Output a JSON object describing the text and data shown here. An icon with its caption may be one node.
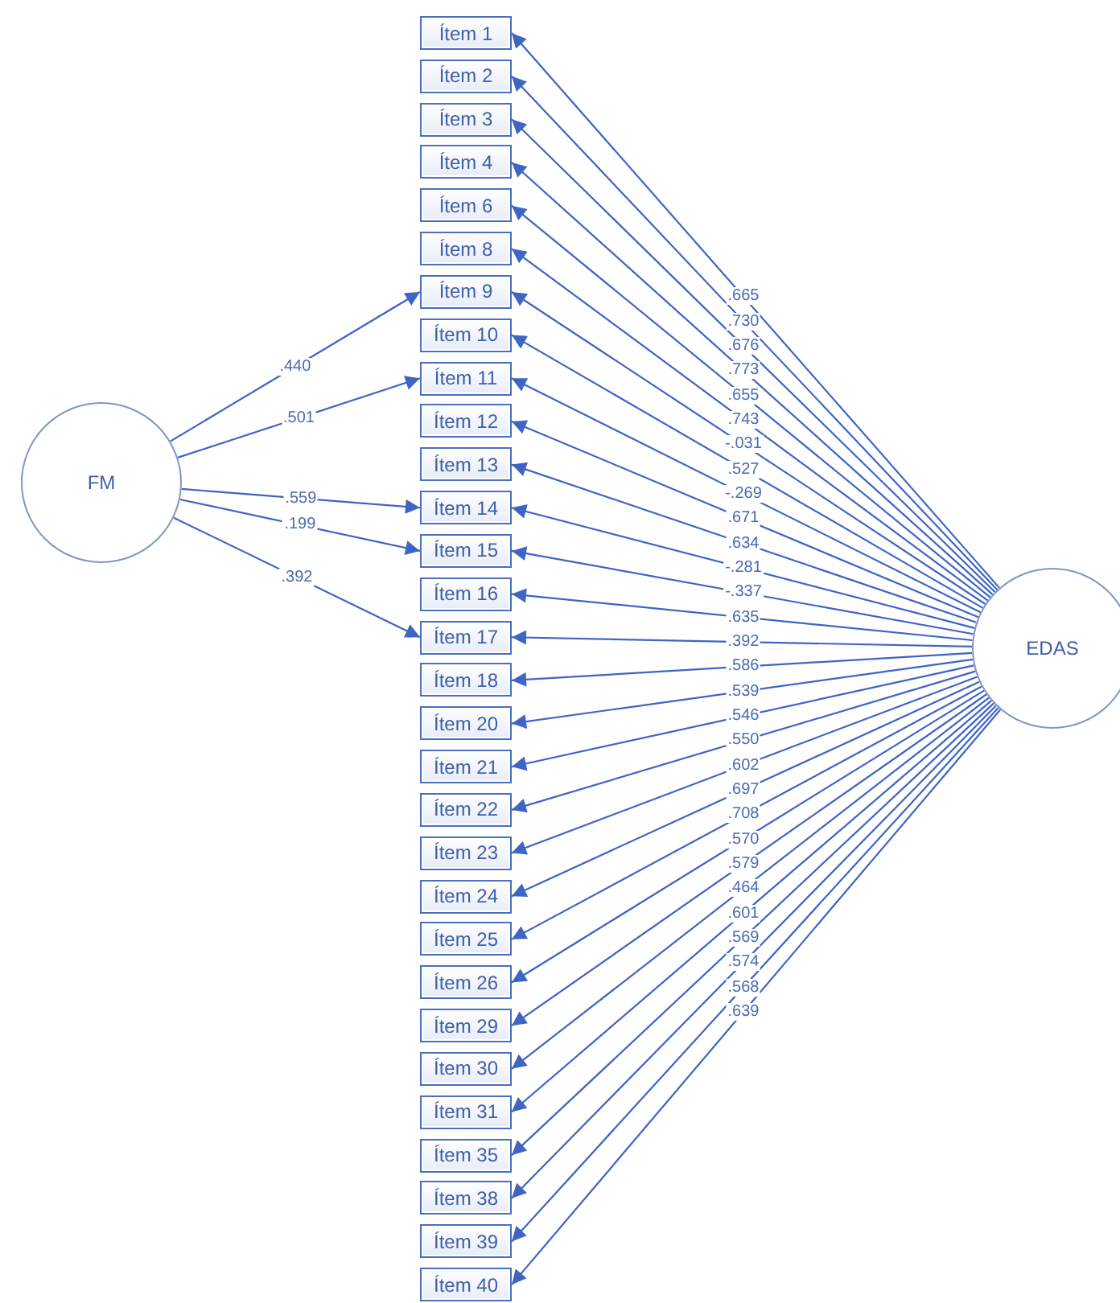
{
  "diagram": {
    "nodes": [
      {
        "text": [
          "FM"
        ]
      },
      {
        "text": [
          "Ítem 1"
        ]
      },
      {
        "text": [
          "Ítem 2"
        ]
      },
      {
        "text": [
          "Ítem 3"
        ]
      },
      {
        "text": [
          "Ítem 4"
        ]
      },
      {
        "text": [
          "Ítem 6"
        ]
      },
      {
        "text": [
          "Ítem 8"
        ]
      },
      {
        "text": [
          "Ítem 9"
        ]
      },
      {
        "text": [
          "Ítem 10"
        ]
      },
      {
        "text": [
          "Ítem 11"
        ]
      },
      {
        "text": [
          "Ítem 12"
        ]
      },
      {
        "text": [
          "Ítem 13"
        ]
      },
      {
        "text": [
          "Ítem 14"
        ]
      },
      {
        "text": [
          "Ítem 15"
        ]
      },
      {
        "text": [
          "Ítem 16"
        ]
      },
      {
        "text": [
          "Ítem 17"
        ]
      },
      {
        "text": [
          "Ítem 18"
        ]
      },
      {
        "text": [
          "Ítem 20"
        ]
      },
      {
        "text": [
          "Ítem 21"
        ]
      },
      {
        "text": [
          "Ítem 22"
        ]
      },
      {
        "text": [
          "Ítem 23"
        ]
      },
      {
        "text": [
          "Ítem 24"
        ]
      },
      {
        "text": [
          "Ítem 25"
        ]
      },
      {
        "text": [
          "Ítem 26"
        ]
      },
      {
        "text": [
          "Ítem 29"
        ]
      },
      {
        "text": [
          "Ítem 30"
        ]
      },
      {
        "text": [
          "Ítem 31"
        ]
      },
      {
        "text": [
          "Ítem 35"
        ]
      },
      {
        "text": [
          "Ítem 38"
        ]
      },
      {
        "text": [
          "Ítem 39"
        ]
      },
      {
        "text": [
          "Ítem 40"
        ]
      },
      {
        "text": [
          "EDAS"
        ]
      }
    ],
    "edges": [
      {
        "from": 0,
        "to": 7,
        "arrow": "to",
        "label": ".440"
      },
      {
        "from": 0,
        "to": 9,
        "arrow": "to",
        "label": ".501"
      },
      {
        "from": 0,
        "to": 12,
        "arrow": "to",
        "label": ".559"
      },
      {
        "from": 0,
        "to": 13,
        "arrow": "to",
        "label": ".199"
      },
      {
        "from": 0,
        "to": 15,
        "arrow": "to",
        "label": ".392"
      },
      {
        "from": 31,
        "to": 1,
        "arrow": "to",
        "label": ".665"
      },
      {
        "from": 31,
        "to": 2,
        "arrow": "to",
        "label": ".730"
      },
      {
        "from": 31,
        "to": 3,
        "arrow": "to",
        "label": ".676"
      },
      {
        "from": 31,
        "to": 4,
        "arrow": "to",
        "label": ".773"
      },
      {
        "from": 31,
        "to": 5,
        "arrow": "to",
        "label": ".655"
      },
      {
        "from": 31,
        "to": 6,
        "arrow": "to",
        "label": ".743"
      },
      {
        "from": 31,
        "to": 7,
        "arrow": "to",
        "label": "-.031"
      },
      {
        "from": 31,
        "to": 8,
        "arrow": "to",
        "label": ".527"
      },
      {
        "from": 31,
        "to": 9,
        "arrow": "to",
        "label": "-.269"
      },
      {
        "from": 31,
        "to": 10,
        "arrow": "to",
        "label": ".671"
      },
      {
        "from": 31,
        "to": 11,
        "arrow": "to",
        "label": ".634"
      },
      {
        "from": 31,
        "to": 12,
        "arrow": "to",
        "label": "-.281"
      },
      {
        "from": 31,
        "to": 13,
        "arrow": "to",
        "label": "-.337"
      },
      {
        "from": 31,
        "to": 14,
        "arrow": "to",
        "label": ".635"
      },
      {
        "from": 31,
        "to": 15,
        "arrow": "to",
        "label": ".392"
      },
      {
        "from": 31,
        "to": 16,
        "arrow": "to",
        "label": ".586"
      },
      {
        "from": 31,
        "to": 17,
        "arrow": "to",
        "label": ".539"
      },
      {
        "from": 31,
        "to": 18,
        "arrow": "to",
        "label": ".546"
      },
      {
        "from": 31,
        "to": 19,
        "arrow": "to",
        "label": ".550"
      },
      {
        "from": 31,
        "to": 20,
        "arrow": "to",
        "label": ".602"
      },
      {
        "from": 31,
        "to": 21,
        "arrow": "to",
        "label": ".697"
      },
      {
        "from": 31,
        "to": 22,
        "arrow": "to",
        "label": ".708"
      },
      {
        "from": 31,
        "to": 23,
        "arrow": "to",
        "label": ".570"
      },
      {
        "from": 31,
        "to": 24,
        "arrow": "to",
        "label": ".579"
      },
      {
        "from": 31,
        "to": 25,
        "arrow": "to",
        "label": ".464"
      },
      {
        "from": 31,
        "to": 26,
        "arrow": "to",
        "label": ".601"
      },
      {
        "from": 31,
        "to": 27,
        "arrow": "to",
        "label": ".569"
      },
      {
        "from": 31,
        "to": 28,
        "arrow": "to",
        "label": ".574"
      },
      {
        "from": 31,
        "to": 29,
        "arrow": "to",
        "label": ".568"
      },
      {
        "from": 31,
        "to": 30,
        "arrow": "to",
        "label": ".639"
      }
    ]
  }
}
